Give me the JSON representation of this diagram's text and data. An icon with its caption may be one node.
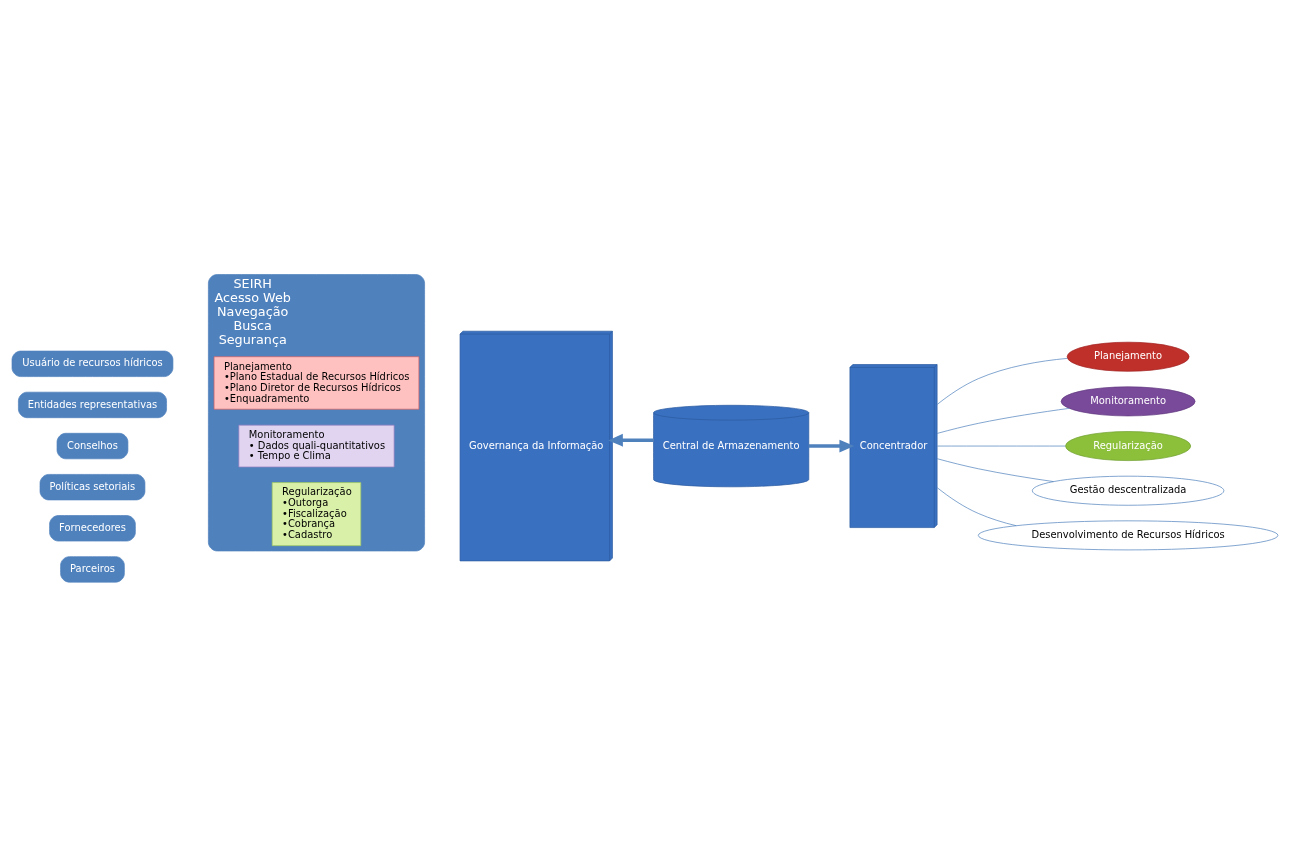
{
  "diagram": {
    "nodes": [
      {
        "text": [
          "Usuário de recursos hídricos"
        ]
      },
      {
        "text": [
          "Entidades representativas"
        ]
      },
      {
        "text": [
          "Conselhos"
        ]
      },
      {
        "text": [
          "Políticas setoriais"
        ]
      },
      {
        "text": [
          "Fornecedores"
        ]
      },
      {
        "text": [
          "Parceiros"
        ]
      },
      {
        "text": [
          "SEIRH",
          "Acesso Web",
          "Navegação",
          "Busca",
          "Segurança"
        ]
      },
      {
        "text": [
          "Regularização",
          "•Outorga",
          "•Fiscalização",
          "•Cobrança",
          "•Cadastro"
        ],
        "in": 6
      },
      {
        "text": [
          "Monitoramento",
          "• Dados quali-quantitativos",
          "• Tempo e Clima"
        ],
        "in": 6
      },
      {
        "text": [
          "Planejamento",
          "•Plano Estadual de Recursos Hídricos",
          "•Plano Diretor de Recursos Hídricos",
          "•Enquadramento"
        ],
        "in": 6
      },
      {
        "text": [
          "Governança da Informação"
        ]
      },
      {
        "text": [
          "Central de Armazenamento"
        ]
      },
      {
        "text": [
          "Concentrador"
        ]
      },
      {
        "text": [
          "Planejamento"
        ]
      },
      {
        "text": [
          "Monitoramento"
        ]
      },
      {
        "text": [
          "Regularização"
        ]
      },
      {
        "text": [
          "Gestão descentralizada"
        ]
      },
      {
        "text": [
          "Desenvolvimento de Recursos Hídricos"
        ]
      }
    ],
    "edges": [
      {
        "from": 11,
        "to": 10,
        "arrow": "to",
        "style": "thick"
      },
      {
        "from": 11,
        "to": 12,
        "arrow": "to",
        "style": "thick"
      },
      {
        "from": 12,
        "to": 13,
        "arrow": "none"
      },
      {
        "from": 12,
        "to": 14,
        "arrow": "none"
      },
      {
        "from": 12,
        "to": 15,
        "arrow": "none"
      },
      {
        "from": 12,
        "to": 16,
        "arrow": "none"
      },
      {
        "from": 12,
        "to": 17,
        "arrow": "none"
      }
    ]
  }
}
